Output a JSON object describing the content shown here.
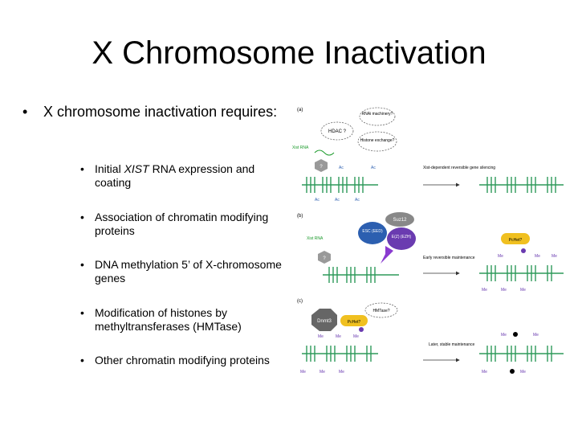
{
  "slide": {
    "title": "X Chromosome Inactivation",
    "main_bullet": "X chromosome inactivation requires:",
    "sub_bullets": [
      {
        "pre": "Initial ",
        "em": "XIST",
        "post": " RNA expression and coating"
      },
      {
        "pre": "Association of chromatin modifying proteins",
        "em": "",
        "post": ""
      },
      {
        "pre": "DNA methylation 5’ of X-chromosome genes",
        "em": "",
        "post": ""
      },
      {
        "pre": "Modification of histones by methyltransferases (HMTase)",
        "em": "",
        "post": ""
      },
      {
        "pre": "Other chromatin modifying proteins",
        "em": "",
        "post": ""
      }
    ],
    "bullet_glyph": "•"
  },
  "figure": {
    "panel_a": {
      "label": "(a)",
      "rnai": "RNAi machinery?",
      "hdac": "HDAC ?",
      "histone_exchange": "Histone exchange?",
      "xist": "Xist RNA",
      "q": "?",
      "ac": "Ac",
      "arrow_text": "Xist-dependent reversible gene silencing"
    },
    "panel_b": {
      "label": "(b)",
      "suz": "Suz12",
      "esc": "ESC (EED)",
      "ezh": "E(Z) (EZH)",
      "xist": "Xist RNA",
      "q": "?",
      "pc": "PcHet?",
      "me": "Me",
      "arrow_text": "Early reversible maintenance"
    },
    "panel_c": {
      "label": "(c)",
      "dnmt": "Dnmt3",
      "hmtase": "HMTase?",
      "pc": "PcHet?",
      "me": "Me",
      "arrow_text": "Later, stable maintenance"
    },
    "colors": {
      "chromatin": "#2e9a5a",
      "xist": "#1a9a2a",
      "esc": "#2c5fb0",
      "ezh": "#6a3bb0",
      "dnmt": "#555555",
      "methyl": "#000000"
    }
  }
}
